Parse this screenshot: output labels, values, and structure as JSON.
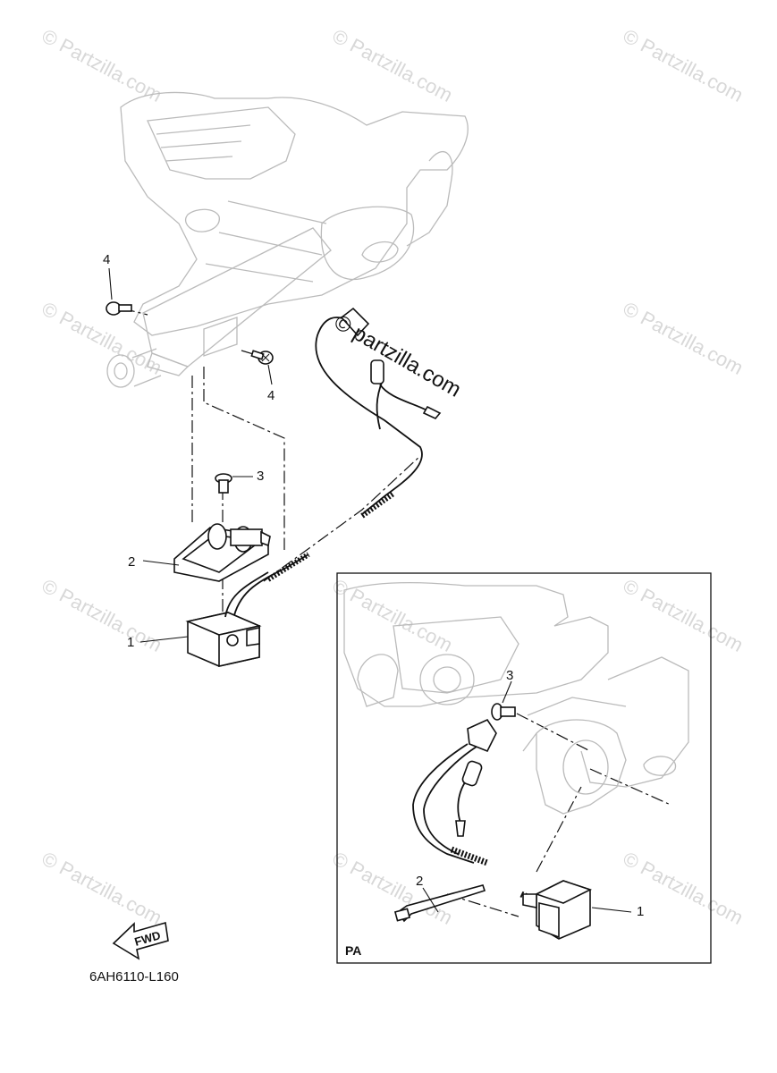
{
  "watermark": {
    "text": "© Partzilla.com",
    "overlay_text": "© partzilla.com"
  },
  "callouts": {
    "main": [
      "1",
      "2",
      "3",
      "4",
      "4"
    ],
    "inset": [
      "1",
      "2",
      "3"
    ]
  },
  "inset": {
    "label": "PA"
  },
  "fwd_arrow": {
    "text": "FWD"
  },
  "diagram_code": "6AH6110-L160"
}
